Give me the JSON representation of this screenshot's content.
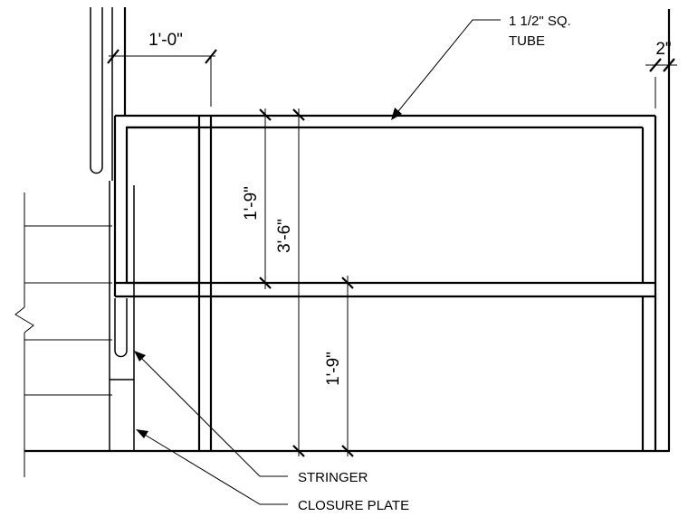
{
  "dimensions": {
    "top_width": "1'-0\"",
    "wall_gap": "2\"",
    "upper_height": "1'-9\"",
    "total_height": "3'-6\"",
    "lower_height": "1'-9\""
  },
  "labels": {
    "tube_line1": "1 1/2\" SQ.",
    "tube_line2": "TUBE",
    "stringer": "STRINGER",
    "closure_plate": "CLOSURE PLATE"
  }
}
